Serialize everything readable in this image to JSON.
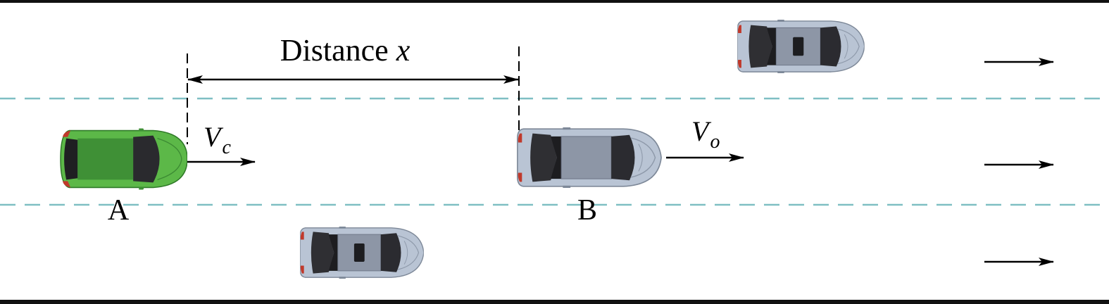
{
  "distance_label": {
    "word": "Distance",
    "var": "x"
  },
  "velocity_a": {
    "base": "V",
    "sub": "c"
  },
  "velocity_b": {
    "base": "V",
    "sub": "o"
  },
  "car_a_label": "A",
  "car_b_label": "B",
  "colors": {
    "road_edge": "#111111",
    "lane_divider": "#7fbfc3",
    "car_a_body": "#5cb848",
    "car_grey_body": "#b9c4d4",
    "arrow": "#000000"
  },
  "icons": [
    "car-a-icon",
    "car-b-icon",
    "car-icon",
    "arrow-right-icon"
  ]
}
